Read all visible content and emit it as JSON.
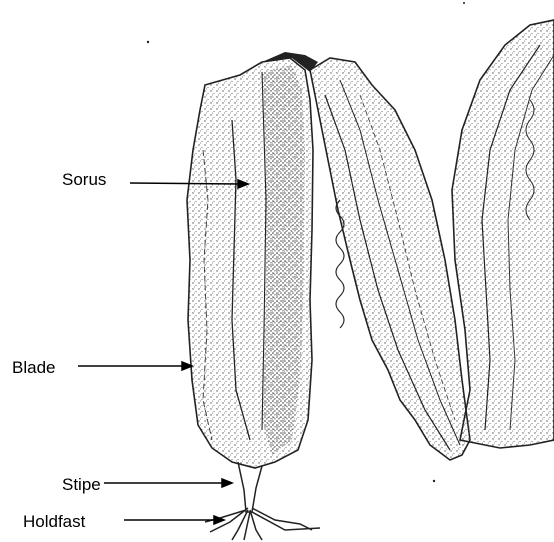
{
  "labels": {
    "sorus": "Sorus",
    "blade": "Blade",
    "stipe": "Stipe",
    "holdfast": "Holdfast"
  },
  "colors": {
    "ink": "#000000",
    "stipple": "#6f6f6f",
    "background": "#ffffff"
  }
}
